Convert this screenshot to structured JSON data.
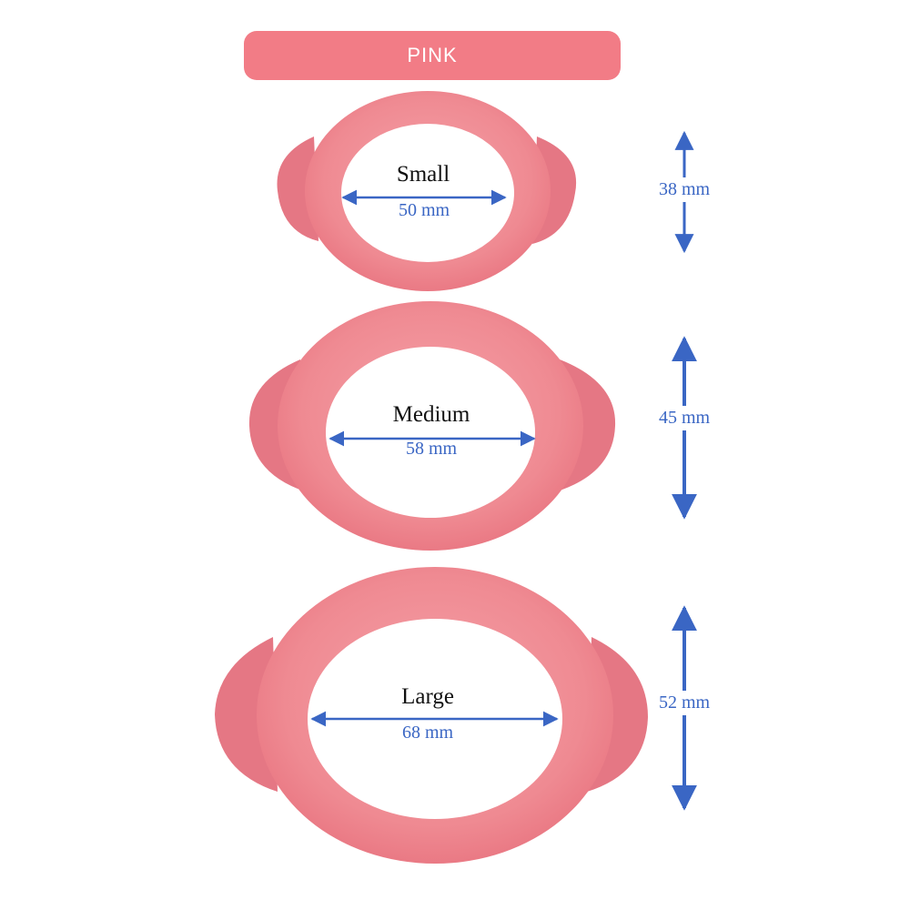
{
  "banner": {
    "label": "PINK"
  },
  "rings": [
    {
      "size": "Small",
      "width": "50 mm",
      "height": "38 mm"
    },
    {
      "size": "Medium",
      "width": "58 mm",
      "height": "45 mm"
    },
    {
      "size": "Large",
      "width": "68 mm",
      "height": "52 mm"
    }
  ],
  "colors": {
    "banner": "#f27c86",
    "ring": "#ef8a92",
    "ring_dark": "#e66f7b",
    "arrow": "#3a66c4"
  }
}
